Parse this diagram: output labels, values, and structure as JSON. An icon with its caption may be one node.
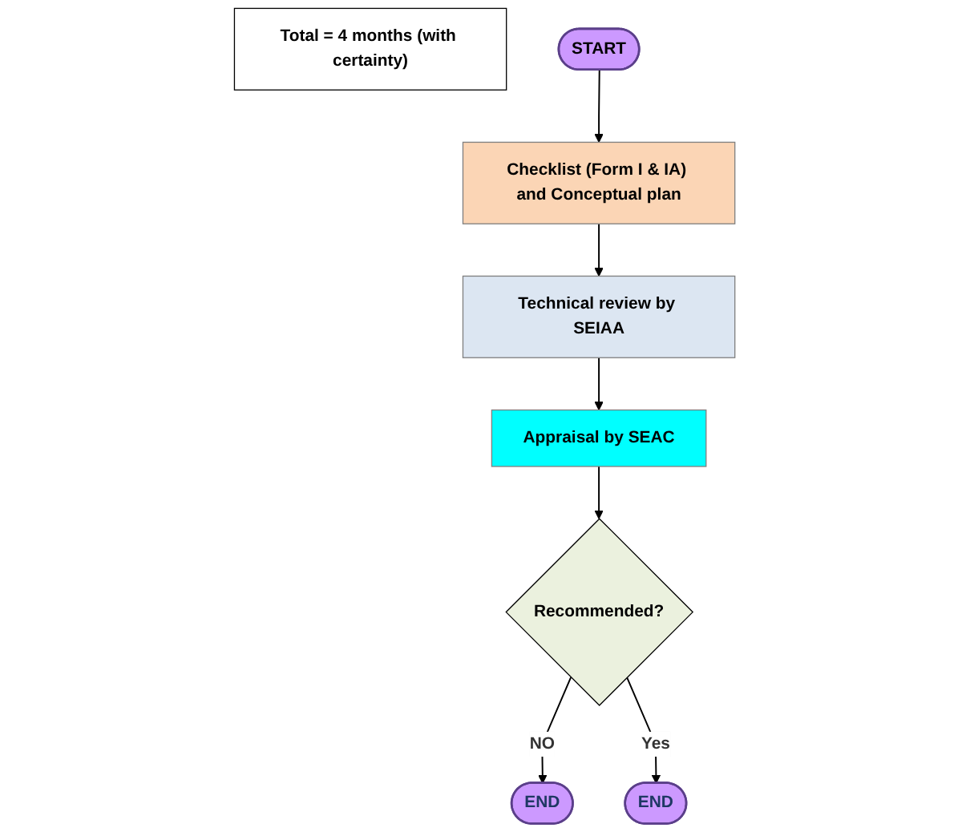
{
  "diagram": {
    "nodes": [
      {
        "text": [
          "Total = 4 months (with certainty)"
        ]
      },
      {
        "text": [
          "START"
        ]
      },
      {
        "text": [
          "Checklist (Form I & IA) and Conceptual plan"
        ]
      },
      {
        "text": [
          "Technical review by SEIAA"
        ]
      },
      {
        "text": [
          "Appraisal by SEAC"
        ]
      },
      {
        "text": [
          "Recommended?"
        ]
      },
      {
        "text": [
          "END"
        ]
      },
      {
        "text": [
          "END"
        ]
      }
    ],
    "edges": [
      {
        "from": 1,
        "to": 2,
        "arrow": "to"
      },
      {
        "from": 2,
        "to": 3,
        "arrow": "to"
      },
      {
        "from": 3,
        "to": 4,
        "arrow": "to"
      },
      {
        "from": 4,
        "to": 5,
        "arrow": "to"
      },
      {
        "from": 5,
        "to": 6,
        "arrow": "to",
        "label": "NO"
      },
      {
        "from": 5,
        "to": 7,
        "arrow": "to",
        "label": "Yes"
      }
    ]
  }
}
